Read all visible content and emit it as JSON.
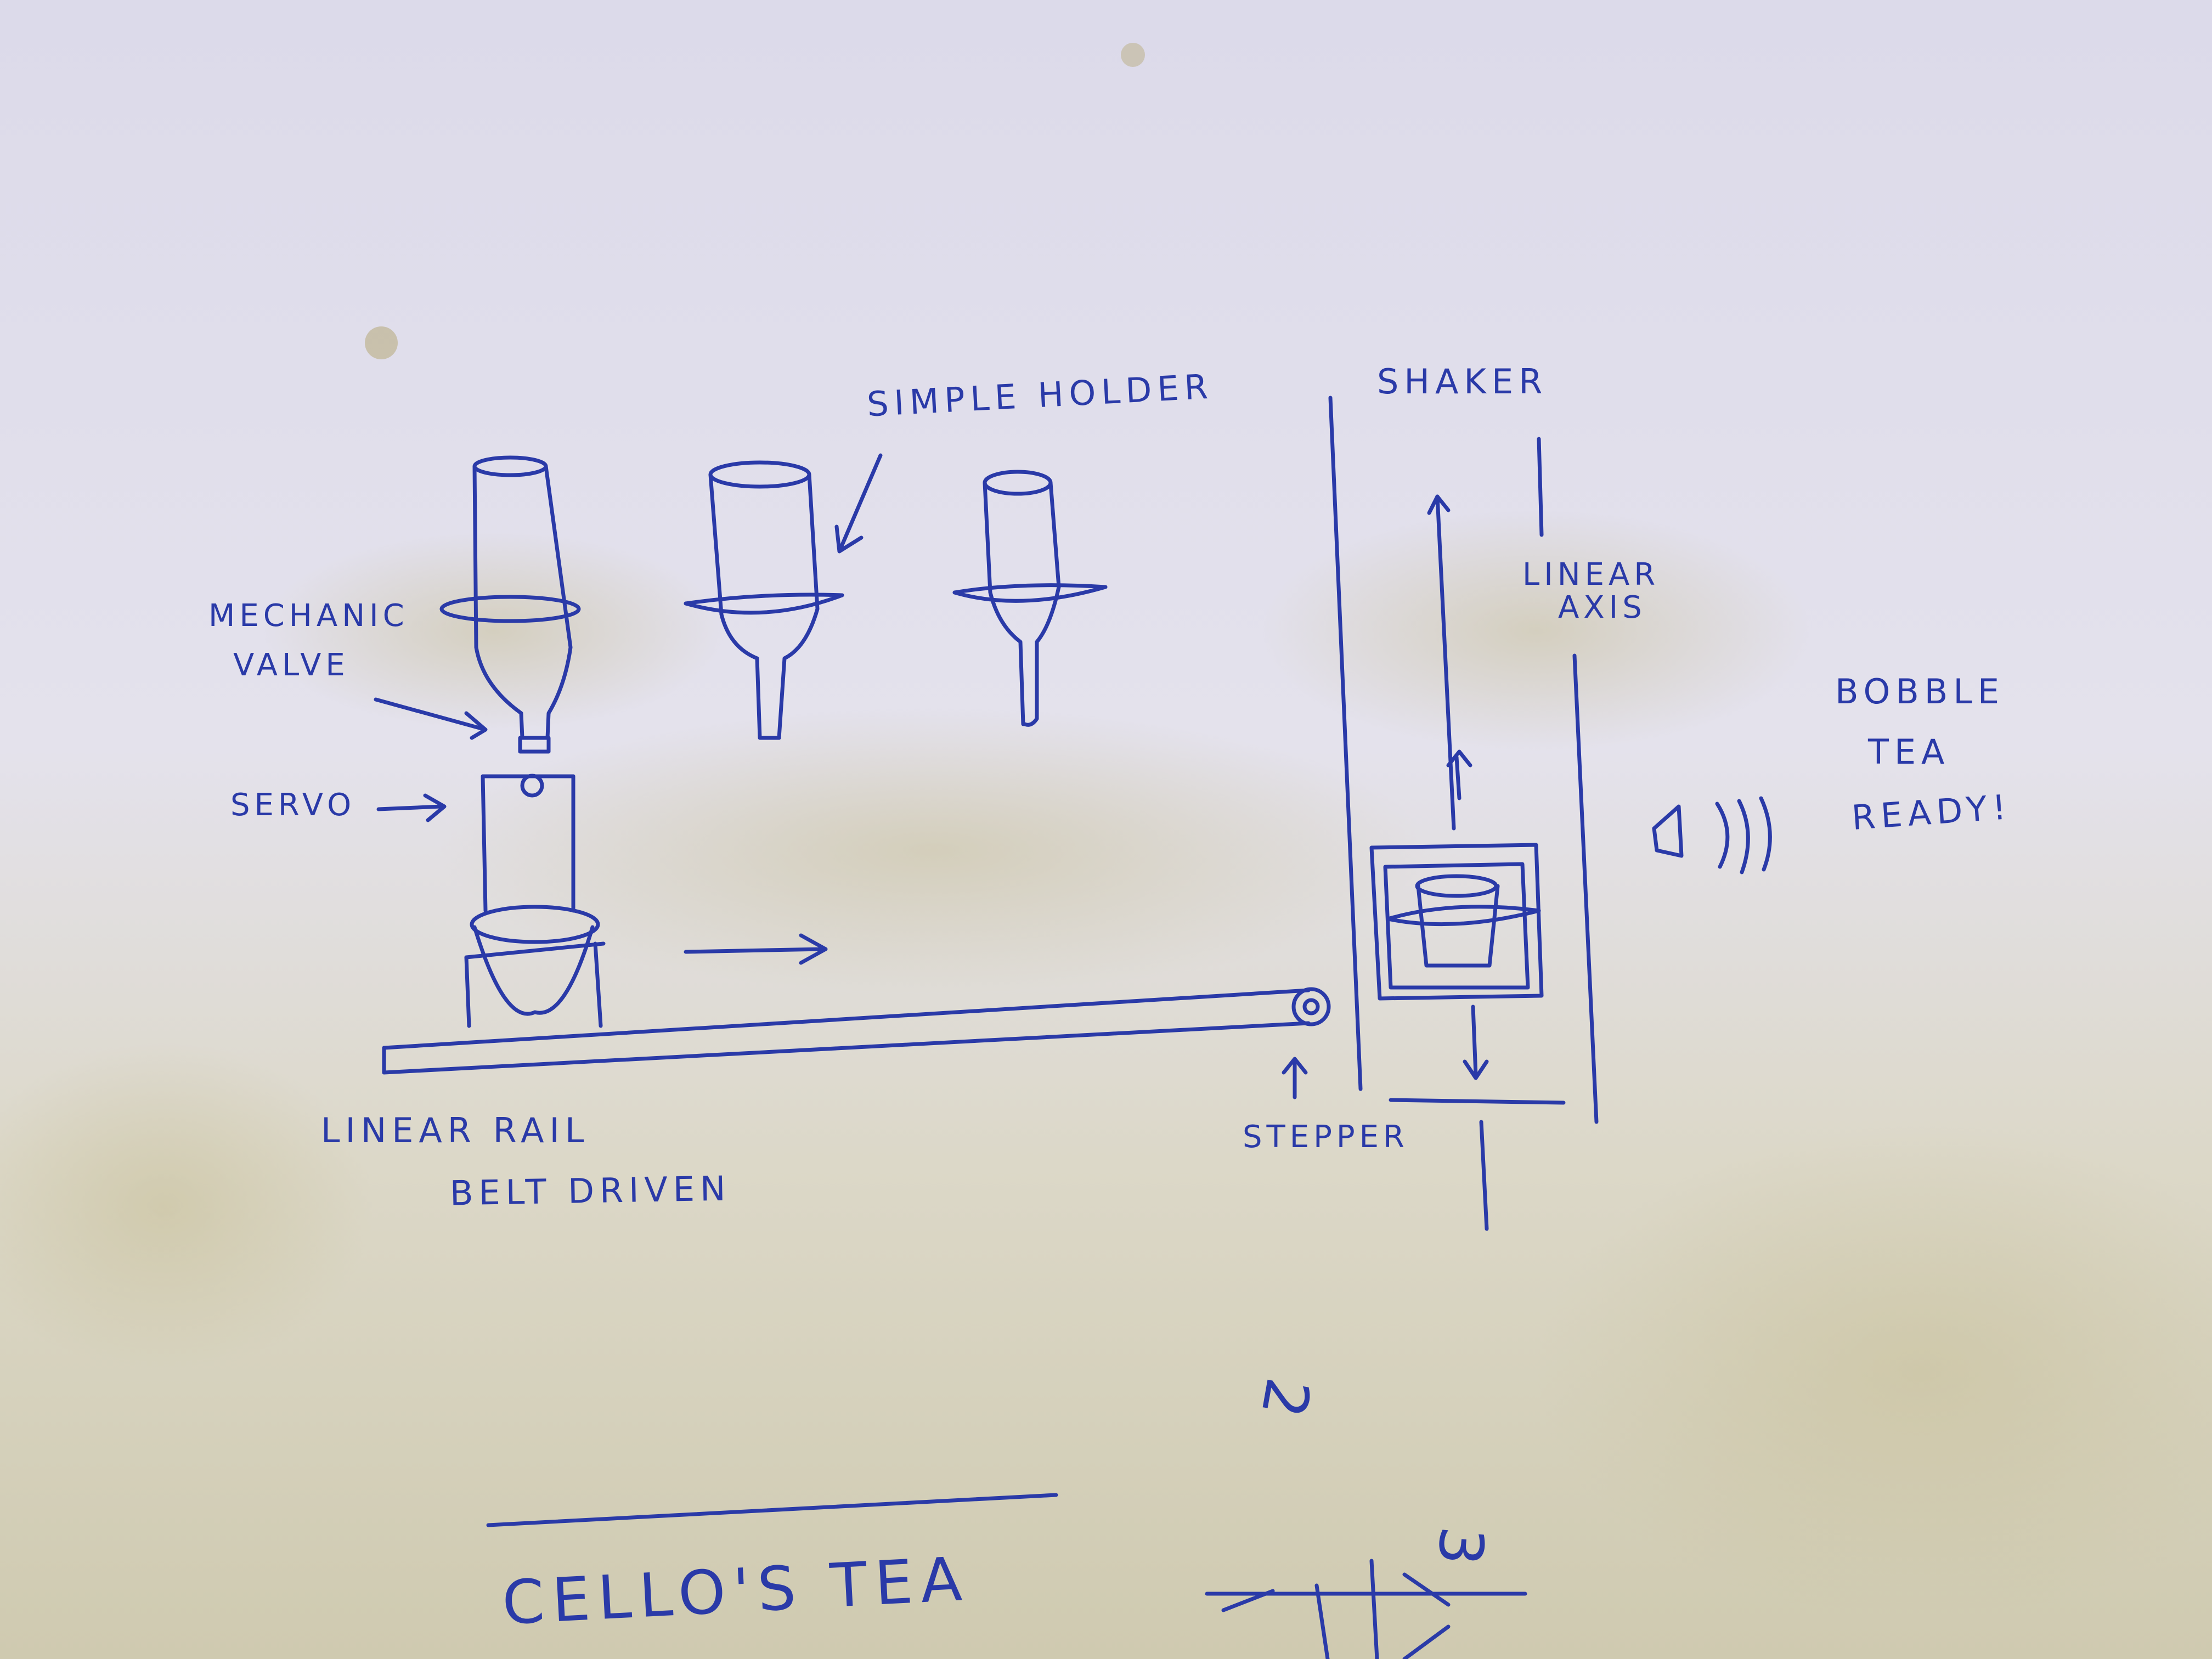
{
  "labels": {
    "simple_holder": "SIMPLE HOLDER",
    "shaker": "SHAKER",
    "mechanic_valve_line1": "MECHANIC",
    "mechanic_valve_line2": "VALVE",
    "servo": "SERVO",
    "linear_axis_line1": "LINEAR",
    "linear_axis_line2": "AXIS",
    "bobble_tea_line1": "BOBBLE",
    "bobble_tea_line2": "TEA",
    "bobble_tea_line3": "READY!",
    "linear_rail_line1": "LINEAR RAIL",
    "linear_rail_line2": "BELT DRIVEN",
    "stepper": "STEPPER",
    "footer_title": "CELLO'S TEA",
    "dim_a": "2",
    "dim_b": "3"
  },
  "colors": {
    "ink": "#2a3aa8",
    "paper": "#e6e4ee",
    "stain": "#cfc9a6"
  }
}
